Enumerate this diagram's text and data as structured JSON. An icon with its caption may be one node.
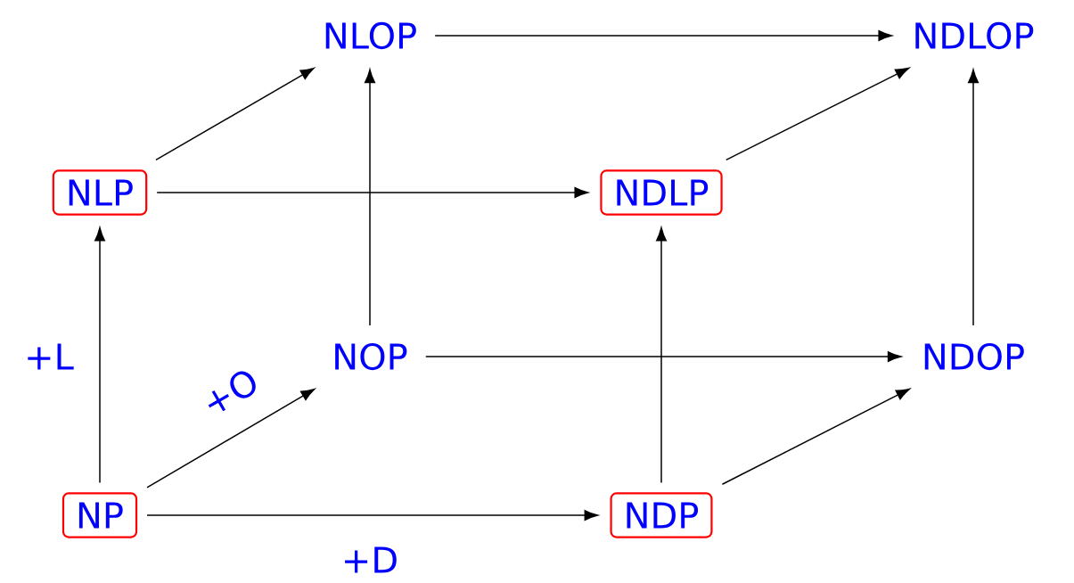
{
  "diagram": {
    "nodes": [
      {
        "text": [
          "NLOP"
        ]
      },
      {
        "text": [
          "NDLOP"
        ]
      },
      {
        "text": [
          "NLP"
        ]
      },
      {
        "text": [
          "NDLP"
        ]
      },
      {
        "text": [
          "NOP"
        ]
      },
      {
        "text": [
          "NDOP"
        ]
      },
      {
        "text": [
          "NP"
        ]
      },
      {
        "text": [
          "NDP"
        ]
      }
    ],
    "edges": [
      {
        "from": 6,
        "to": 2,
        "arrow": "to",
        "label": "+L"
      },
      {
        "from": 6,
        "to": 4,
        "arrow": "to",
        "label": "+O"
      },
      {
        "from": 6,
        "to": 7,
        "arrow": "to",
        "label": "+D"
      },
      {
        "from": 4,
        "to": 0,
        "arrow": "to"
      },
      {
        "from": 4,
        "to": 5,
        "arrow": "to"
      },
      {
        "from": 2,
        "to": 0,
        "arrow": "to"
      },
      {
        "from": 2,
        "to": 3,
        "arrow": "to"
      },
      {
        "from": 7,
        "to": 3,
        "arrow": "to"
      },
      {
        "from": 7,
        "to": 5,
        "arrow": "to"
      },
      {
        "from": 3,
        "to": 1,
        "arrow": "to"
      },
      {
        "from": 5,
        "to": 1,
        "arrow": "to"
      },
      {
        "from": 0,
        "to": 1,
        "arrow": "to"
      }
    ]
  }
}
